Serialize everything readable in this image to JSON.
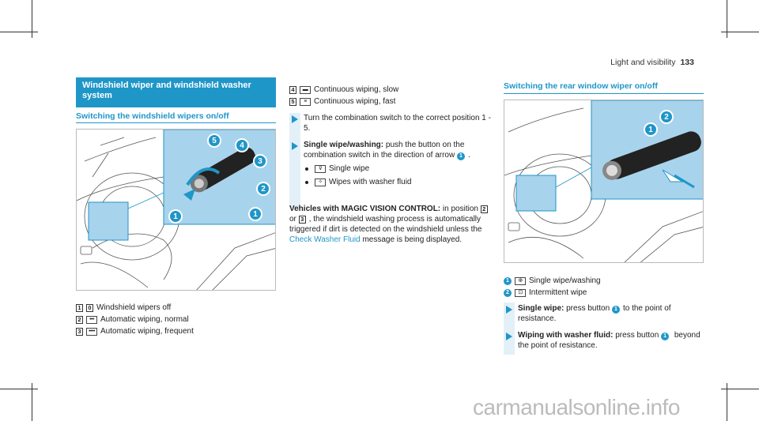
{
  "header": {
    "section": "Light and visibility",
    "page": "133"
  },
  "left": {
    "section_title": "Windshield wiper and windshield washer system",
    "subheading": "Switching the windshield wipers on/off",
    "legend": [
      {
        "num": "1",
        "sym": "0",
        "text": "Windshield wipers off"
      },
      {
        "num": "2",
        "sym": "•••",
        "text": "Automatic wiping, normal"
      },
      {
        "num": "3",
        "sym": "••••",
        "text": "Automatic wiping, frequent"
      }
    ]
  },
  "middle": {
    "legend": [
      {
        "num": "4",
        "sym": "▬",
        "text": "Continuous wiping, slow"
      },
      {
        "num": "5",
        "sym": "≡",
        "text": "Continuous wiping, fast"
      }
    ],
    "step1": "Turn the combination switch to the correct position",
    "step1_range": "1 - 5.",
    "step2_title": "Single wipe/washing:",
    "step2_text": "push the button on the combination switch in the direction of arrow",
    "step2_end": ".",
    "bullet1": "Single wipe",
    "bullet2": "Wipes with washer fluid",
    "magic_title": "Vehicles with MAGIC VISION CONTROL:",
    "magic_text1": "in position",
    "magic_or": "or",
    "magic_text2": ", the windshield washing process is automatically triggered if dirt is detected on the windshield unless the",
    "magic_link": "Check Washer Fluid",
    "magic_text3": "message is being displayed."
  },
  "right": {
    "subheading": "Switching the rear window wiper on/off",
    "legend": [
      {
        "num": "1",
        "text": "Single wipe/washing"
      },
      {
        "num": "2",
        "text": "Intermittent wipe"
      }
    ],
    "step1_title": "Single wipe:",
    "step1_text": "press button",
    "step1_end": "to the point of resistance.",
    "step2_title": "Wiping with washer fluid:",
    "step2_text": "press button",
    "step2_end": "beyond the point of resistance."
  },
  "watermark": "carmanualsonline.info",
  "colors": {
    "accent": "#1f96c8",
    "figure_panel": "#a8d3ec"
  }
}
